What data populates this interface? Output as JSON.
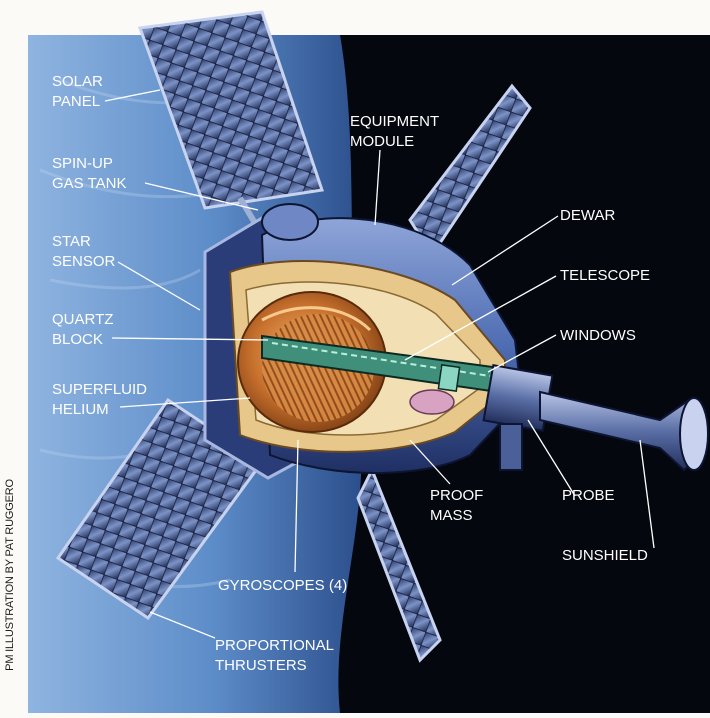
{
  "colors": {
    "space": "#05070f",
    "earth_blue": "#5d8dc9",
    "hull_blue": "#4f6db3",
    "dewar_gold": "#d9a45a",
    "copper": "#c7702d",
    "label_text": "#ffffff",
    "credit_text": "#1c1c1c"
  },
  "labels": {
    "solar_panel": [
      "SOLAR",
      "PANEL"
    ],
    "spin_up_gas_tank": [
      "SPIN-UP",
      "GAS TANK"
    ],
    "star_sensor": [
      "STAR",
      "SENSOR"
    ],
    "quartz_block": [
      "QUARTZ",
      "BLOCK"
    ],
    "superfluid_helium": [
      "SUPERFLUID",
      "HELIUM"
    ],
    "equipment_module": [
      "EQUIPMENT",
      "MODULE"
    ],
    "dewar": "DEWAR",
    "telescope": "TELESCOPE",
    "windows": "WINDOWS",
    "proof_mass": [
      "PROOF",
      "MASS"
    ],
    "probe": "PROBE",
    "sunshield": "SUNSHIELD",
    "gyroscopes": "GYROSCOPES (4)",
    "proportional_thrusters": [
      "PROPORTIONAL",
      "THRUSTERS"
    ]
  },
  "credit": "PM ILLUSTRATION BY PAT RUGGERO"
}
